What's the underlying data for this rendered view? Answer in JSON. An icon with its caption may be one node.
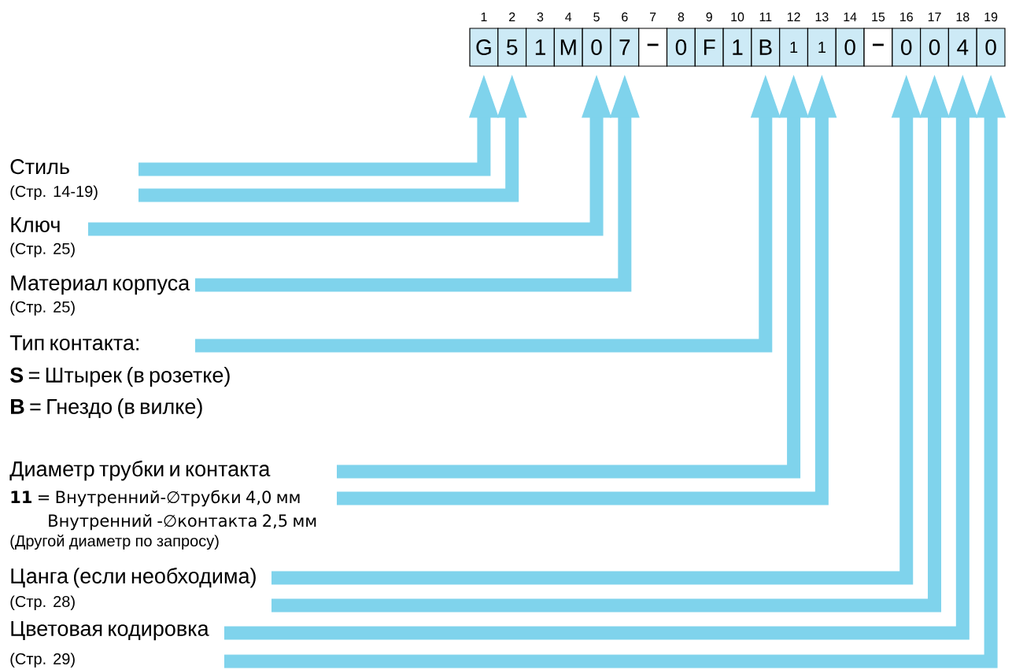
{
  "diagram": {
    "nodes": [
      {
        "text": [
          "G"
        ],
        "beside": [
          "1"
        ]
      },
      {
        "text": [
          "5"
        ],
        "beside": [
          "2"
        ]
      },
      {
        "text": [
          "1"
        ],
        "beside": [
          "3"
        ]
      },
      {
        "text": [
          "M"
        ],
        "beside": [
          "4"
        ]
      },
      {
        "text": [
          "0"
        ],
        "beside": [
          "5"
        ]
      },
      {
        "text": [
          "7"
        ],
        "beside": [
          "6"
        ]
      },
      {
        "text": [
          "–"
        ],
        "beside": [
          "7"
        ]
      },
      {
        "text": [
          "0"
        ],
        "beside": [
          "8"
        ]
      },
      {
        "text": [
          "F"
        ],
        "beside": [
          "9"
        ]
      },
      {
        "text": [
          "1"
        ],
        "beside": [
          "10"
        ]
      },
      {
        "text": [
          "B"
        ],
        "beside": [
          "11"
        ]
      },
      {
        "text": [
          "1"
        ],
        "beside": [
          "12"
        ]
      },
      {
        "text": [
          "1"
        ],
        "beside": [
          "13"
        ]
      },
      {
        "text": [
          "0"
        ],
        "beside": [
          "14"
        ]
      },
      {
        "text": [
          "–"
        ],
        "beside": [
          "15"
        ]
      },
      {
        "text": [
          "0"
        ],
        "beside": [
          "16"
        ]
      },
      {
        "text": [
          "0"
        ],
        "beside": [
          "17"
        ]
      },
      {
        "text": [
          "4"
        ],
        "beside": [
          "18"
        ]
      },
      {
        "text": [
          "0"
        ],
        "beside": [
          "19"
        ]
      },
      {
        "text": [
          "Стиль",
          "(Стр. 14-19)"
        ]
      },
      {
        "text": [
          "Ключ",
          "(Стр. 25)"
        ]
      },
      {
        "text": [
          "Материал корпуса",
          "(Стр. 25)"
        ]
      },
      {
        "text": [
          "Тип контакта:",
          "**S** = Штырек (в розетке)",
          "**B** = Гнездо (в вилке)"
        ]
      },
      {
        "text": [
          "Диаметр трубки и контакта",
          "**11** = Внутренний-∅трубки 4,0 мм",
          "Внутренний -∅контакта 2,5 мм",
          "(Другой диаметр по запросу)"
        ]
      },
      {
        "text": [
          "Цанга (если необходима)",
          "(Стр. 28)"
        ]
      },
      {
        "text": [
          "Цветовая кодировка",
          "(Стр. 29)"
        ]
      }
    ],
    "edges": [
      {
        "from": 19,
        "to": 0,
        "arrow": "to"
      },
      {
        "from": 19,
        "to": 1,
        "arrow": "to"
      },
      {
        "from": 20,
        "to": 4,
        "arrow": "to"
      },
      {
        "from": 21,
        "to": 5,
        "arrow": "to"
      },
      {
        "from": 22,
        "to": 10,
        "arrow": "to"
      },
      {
        "from": 23,
        "to": 11,
        "arrow": "to"
      },
      {
        "from": 23,
        "to": 12,
        "arrow": "to"
      },
      {
        "from": 24,
        "to": 15,
        "arrow": "to"
      },
      {
        "from": 24,
        "to": 16,
        "arrow": "to"
      },
      {
        "from": 25,
        "to": 17,
        "arrow": "to"
      },
      {
        "from": 25,
        "to": 18,
        "arrow": "to"
      }
    ]
  }
}
